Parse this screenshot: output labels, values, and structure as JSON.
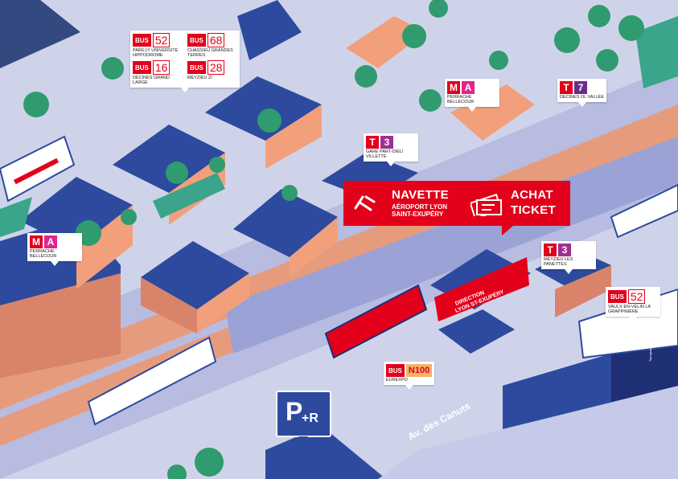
{
  "shuttle": {
    "title": "NAVETTE",
    "subtitle_line1": "AÉROPORT LYON",
    "subtitle_line2": "SAINT-EXUPÉRY",
    "ticket_title1": "ACHAT",
    "ticket_title2": "TICKET",
    "station_banner1": "DIRECTION",
    "station_banner2": "LYON ST-EXUPÉRY"
  },
  "callouts": {
    "bus_top": [
      {
        "mode": "BUS",
        "line": "52",
        "dest": "PARILLY UNIVERSITÉ HIPPODROME"
      },
      {
        "mode": "BUS",
        "line": "68",
        "dest": "CHASSIEU GRANDES TERRES"
      },
      {
        "mode": "BUS",
        "line": "16",
        "dest": "DÉCINES GRAND LARGE"
      },
      {
        "mode": "BUS",
        "line": "28",
        "dest": "MEYZIEU ZI"
      }
    ],
    "ma_top": {
      "l1": "M",
      "l2": "A",
      "dest": "PERRACHE BELLECOUR"
    },
    "t3_top": {
      "l1": "T",
      "l2": "3",
      "dest": "GARE PART-DIEU VILLETTE"
    },
    "t7": {
      "l1": "T",
      "l2": "7",
      "dest": "DÉCINES OL VALLÉE"
    },
    "ma_left": {
      "l1": "M",
      "l2": "A",
      "dest": "PERRACHE BELLECOUR"
    },
    "t3_right": {
      "l1": "T",
      "l2": "3",
      "dest": "MEYZIEU LES PANETTES"
    },
    "bus52_right": {
      "mode": "BUS",
      "line": "52",
      "dest": "VAULX-EN-VELIN LA GRAPPINIÈRE"
    },
    "n100": {
      "mode": "BUS",
      "line": "N100",
      "dest": "EUREXPO"
    }
  },
  "parking": {
    "label_p": "P",
    "label_r": "+R"
  },
  "road": {
    "name": "Av. des Canuts"
  },
  "credit": "Topographie / Manuel Pinel",
  "colors": {
    "ground": "#cfd3ea",
    "roof": "#2d4a9e",
    "wall": "#f2a07b",
    "grass": "#3aa58a",
    "tram_red": "#e2001a",
    "track": "#f0956b",
    "tree": "#2f9b6f"
  }
}
